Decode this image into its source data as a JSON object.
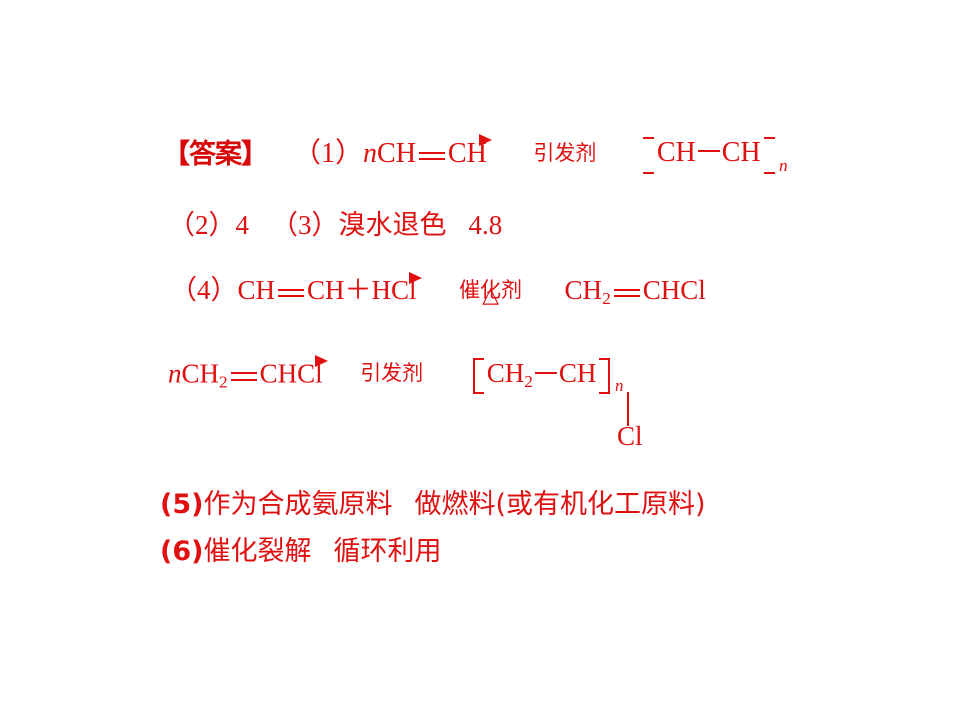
{
  "slide": {
    "background_color": "#ffffff",
    "text_color": "#e01010",
    "heading_color": "#d80808"
  },
  "answer": {
    "tag": "【答案】",
    "q1": {
      "number": "（1）",
      "reactant_prefix": "n",
      "reactant_left": "CH",
      "reactant_right": "CH",
      "arrow_above": "引发剂",
      "arrow_below": "",
      "product_unit_left": "CH",
      "product_unit_right": "CH",
      "product_subscript": "n"
    },
    "q2_q3_line": {
      "q2_number": "（2）",
      "q2_value": "4",
      "q3_number": "（3）",
      "q3_value": "溴水退色",
      "q3_extra": "4.8"
    },
    "q4": {
      "number": "（4）",
      "reactant_left": "CH",
      "reactant_right": "CH",
      "plus": "＋",
      "reactant_2": "HCl",
      "arrow_above": "催化剂",
      "arrow_below": "△",
      "product_left": "CH",
      "product_left_sub": "2",
      "product_right": "CHCl"
    },
    "q4b": {
      "prefix": "n",
      "reactant_left": "CH",
      "reactant_left_sub": "2",
      "reactant_right": "CHCl",
      "arrow_above": "引发剂",
      "arrow_below": "",
      "product_unit_a": "CH",
      "product_unit_a_sub": "2",
      "product_unit_b": "CH",
      "product_subscript": "n",
      "branch_label": "Cl"
    },
    "q5": {
      "number": "(5)",
      "answer_a": "作为合成氨原料",
      "answer_b": "做燃料(或有机化工原料)"
    },
    "q6": {
      "number": "(6)",
      "answer_a": "催化裂解",
      "answer_b": "循环利用"
    }
  }
}
